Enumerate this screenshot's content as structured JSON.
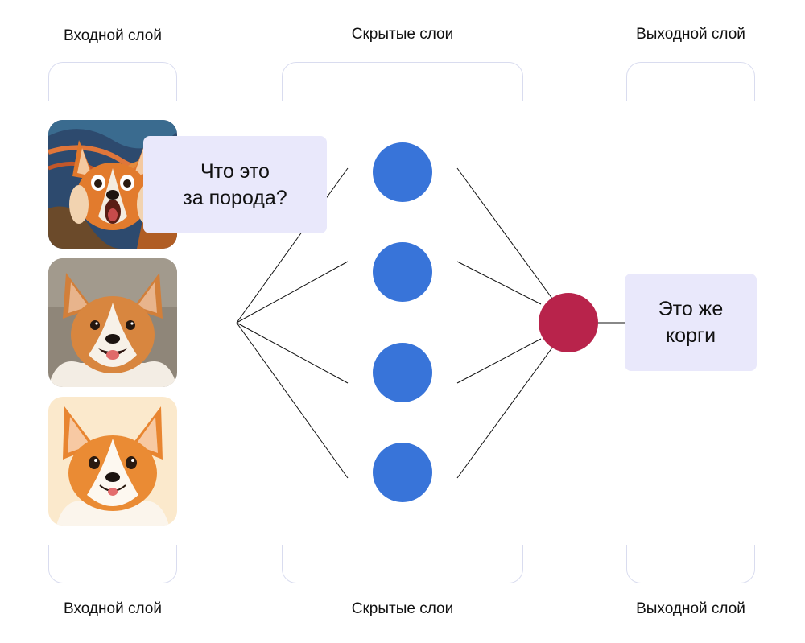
{
  "layers": {
    "input": "Входной слой",
    "hidden": "Скрытые слои",
    "output": "Выходной слой"
  },
  "question": "Что это\nза порода?",
  "answer": "Это же\nкорги",
  "images": [
    {
      "name": "corgi-scream-painting"
    },
    {
      "name": "corgi-photo"
    },
    {
      "name": "corgi-illustration"
    }
  ],
  "colors": {
    "hidden_node": "#3874d9",
    "output_node": "#b8234b",
    "bubble": "#e9e8fb",
    "frame": "#d9dcef"
  }
}
